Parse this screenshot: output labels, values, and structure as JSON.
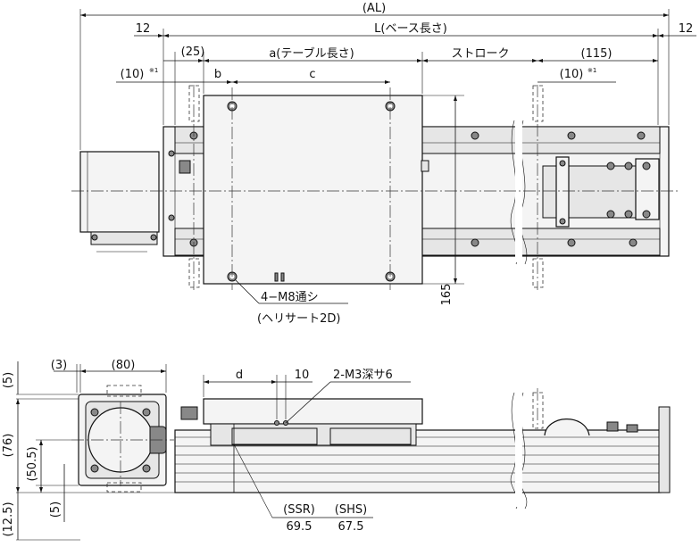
{
  "dimensions": {
    "overall": "(AL)",
    "end_left": "12",
    "base_length": "L(ベース長さ)",
    "end_right": "12",
    "offset_25": "(25)",
    "table_length": "a(テーブル長さ)",
    "stroke": "ストローク",
    "offset_115": "(115)",
    "hole_left": "(10)",
    "hole_left_note": "※1",
    "hole_right": "(10)",
    "hole_right_note": "※1",
    "dim_b": "b",
    "dim_c": "c",
    "height_165": "165",
    "front_3": "(3)",
    "front_80": "(80)",
    "dim_d": "d",
    "dim_10": "10",
    "side_5_top": "(5)",
    "side_76": "(76)",
    "side_50_5": "(50.5)",
    "side_5_bottom": "(5)",
    "side_12_5": "(12.5)"
  },
  "callouts": {
    "top_holes_line1": "4−M8通シ",
    "top_holes_line2": "(ヘリサート2D)",
    "side_holes": "2-M3深サ6",
    "ssr_label": "(SSR)",
    "ssr_value": "69.5",
    "shs_label": "(SHS)",
    "shs_value": "67.5"
  }
}
